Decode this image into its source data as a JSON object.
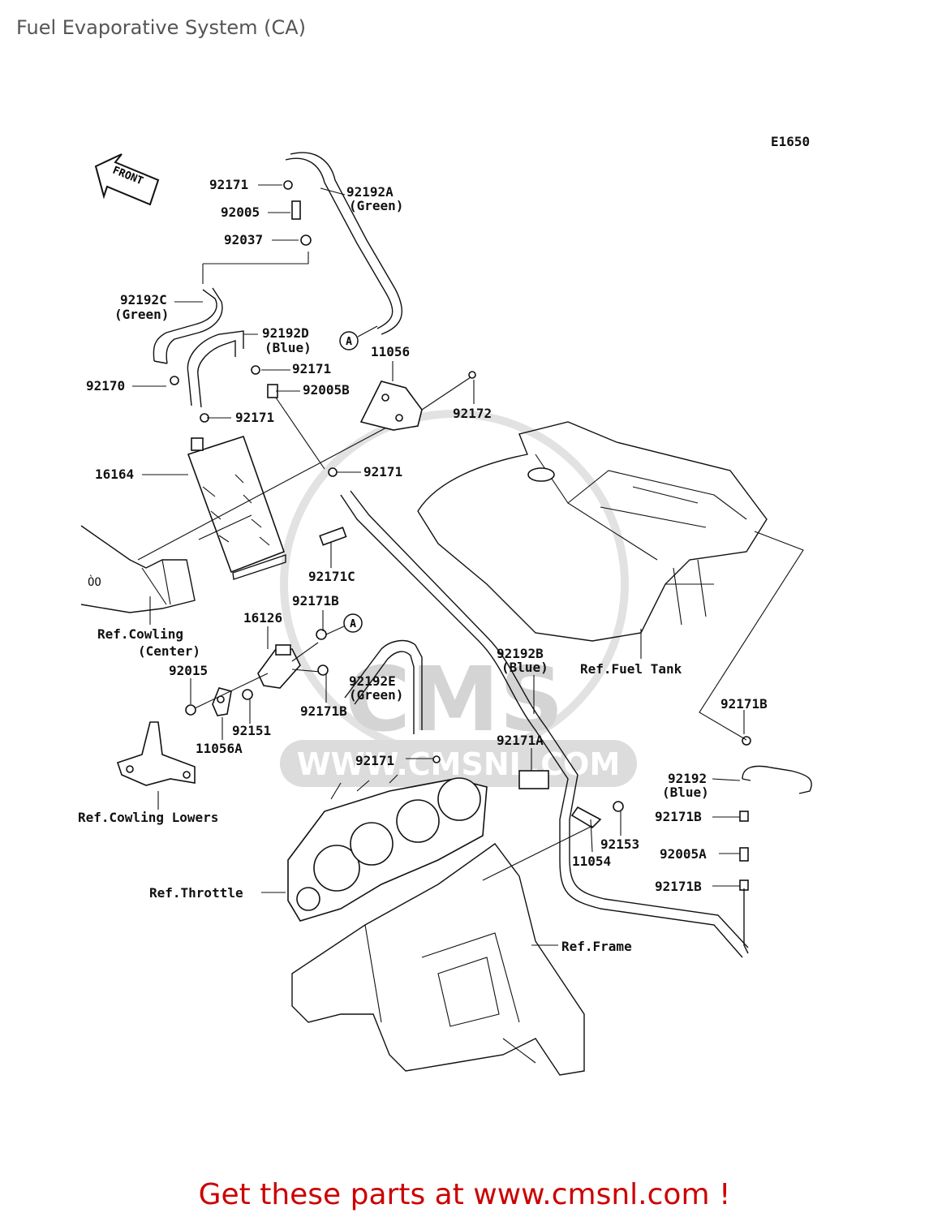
{
  "page": {
    "title": "Fuel Evaporative System (CA)",
    "footer_link": "Get these parts at www.cmsnl.com !",
    "colors": {
      "title": "#555555",
      "footer": "#cc0000",
      "line": "#111111",
      "watermark": "#d4d4d4"
    }
  },
  "diagram": {
    "code": "E1650",
    "front_label": "FRONT",
    "watermark": {
      "logo": "CMS",
      "url": "WWW.CMSNL.COM"
    },
    "ref_mark": "A",
    "labels": {
      "p92171_a": "92171",
      "p92192A": "92192A",
      "p92192A_c": "(Green)",
      "p92005": "92005",
      "p92037": "92037",
      "p92192C": "92192C",
      "p92192C_c": "(Green)",
      "p92192D": "92192D",
      "p92192D_c": "(Blue)",
      "p11056": "11056",
      "p92171_b": "92171",
      "p92005B": "92005B",
      "p92172": "92172",
      "p92170": "92170",
      "p92171_c": "92171",
      "p16164": "16164",
      "p92171_d": "92171",
      "p92171C": "92171C",
      "p92171B_a": "92171B",
      "p16126": "16126",
      "ref_cowling": "Ref.Cowling",
      "ref_cowling_c": "(Center)",
      "p92015": "92015",
      "p92192E": "92192E",
      "p92192E_c": "(Green)",
      "p92192B": "92192B",
      "p92192B_c": "(Blue)",
      "ref_fuel_tank": "Ref.Fuel Tank",
      "p92171B_b": "92171B",
      "p92151": "92151",
      "p11056A": "11056A",
      "p92171B_c": "92171B",
      "p92171A": "92171A",
      "p92171_e": "92171",
      "p92192": "92192",
      "p92192_c": "(Blue)",
      "ref_cowling_lowers": "Ref.Cowling Lowers",
      "p92171B_d": "92171B",
      "p92153": "92153",
      "p92005A": "92005A",
      "p11054": "11054",
      "p92171B_e": "92171B",
      "ref_throttle": "Ref.Throttle",
      "ref_frame": "Ref.Frame"
    }
  }
}
